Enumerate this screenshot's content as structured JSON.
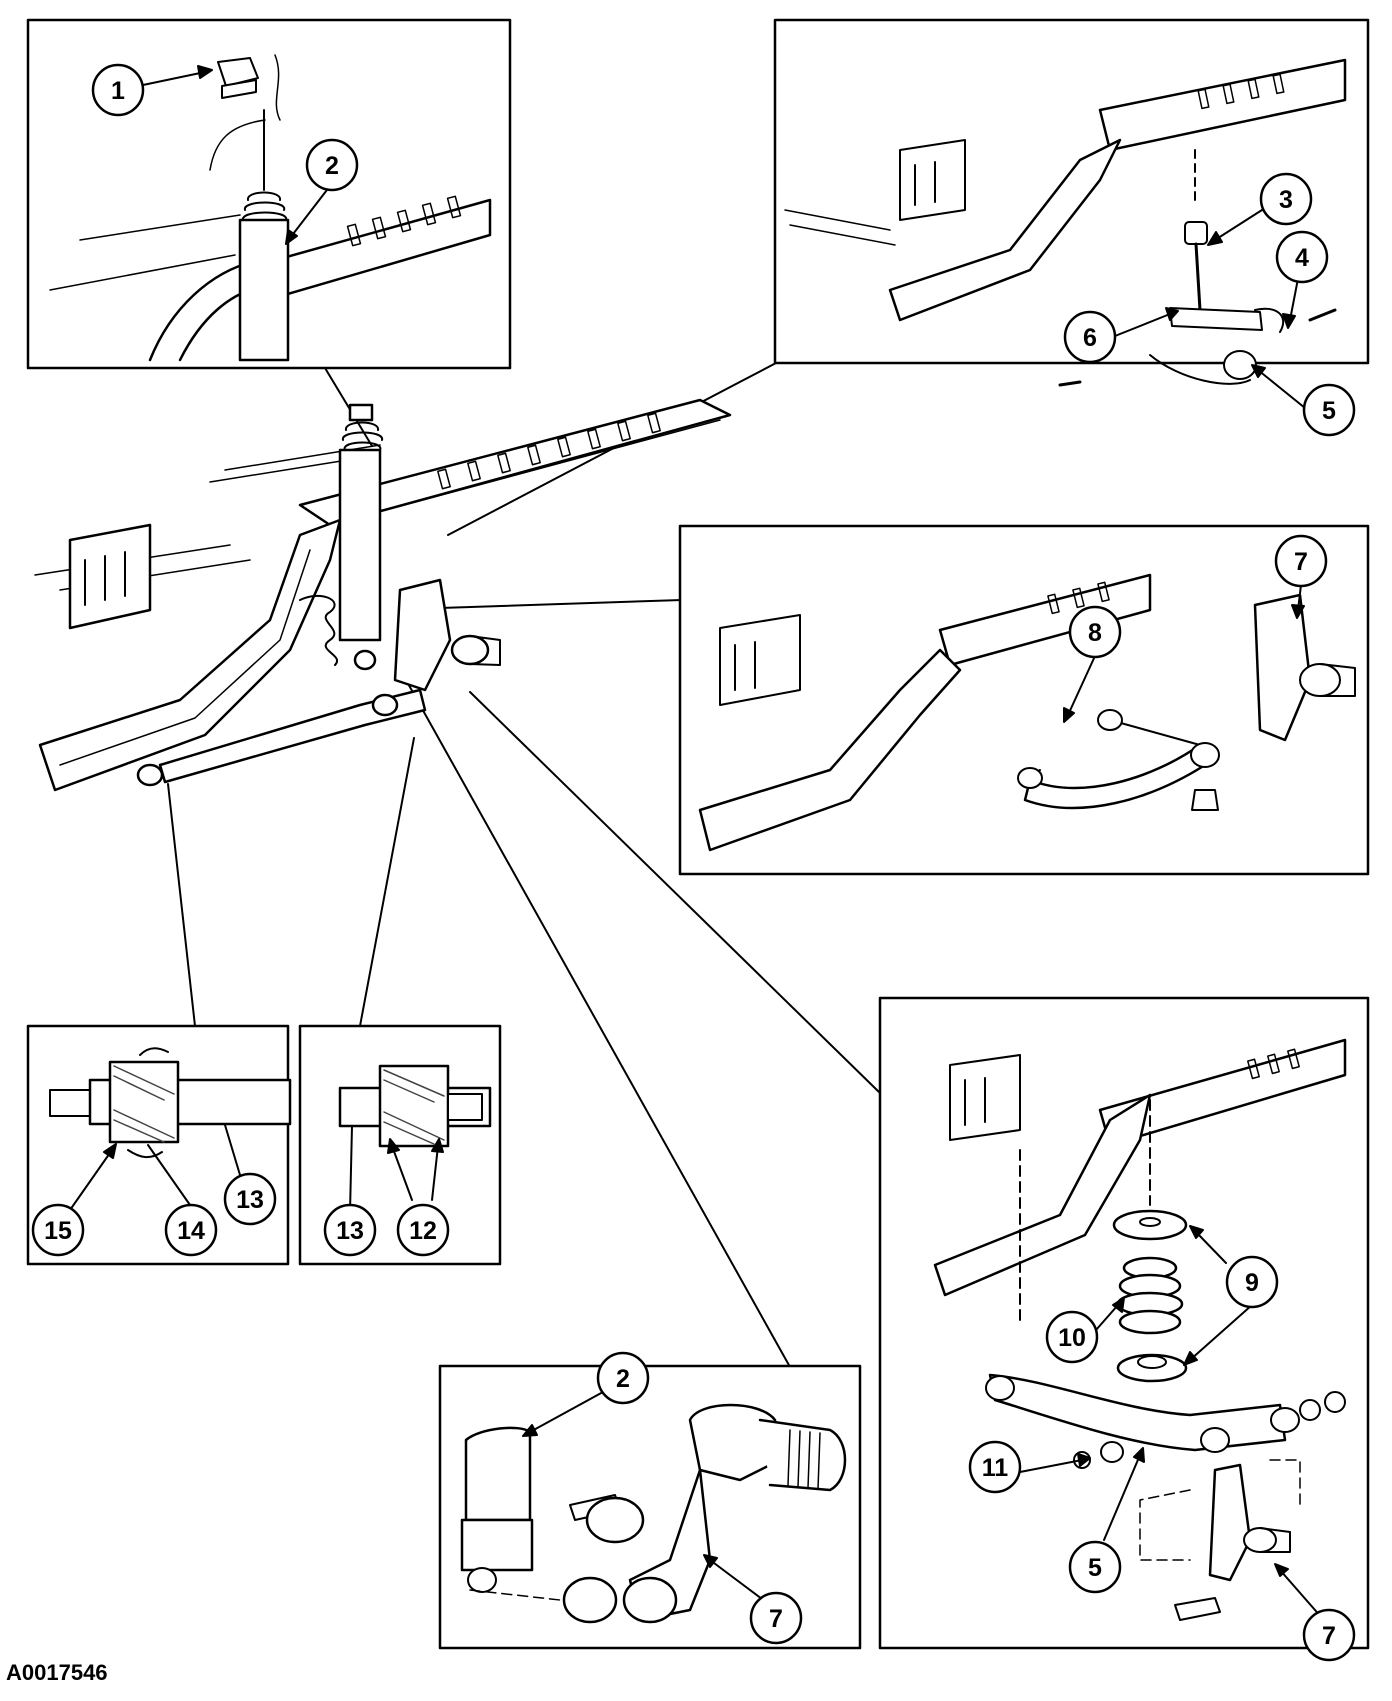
{
  "figure": {
    "id": "A0017546"
  },
  "callouts": {
    "c1": "1",
    "c2": "2",
    "c3": "3",
    "c4": "4",
    "c5": "5",
    "c6": "6",
    "c7": "7",
    "c8": "8",
    "c9": "9",
    "c10": "10",
    "c11": "11",
    "c12": "12",
    "c13": "13",
    "c14": "14",
    "c15": "15"
  },
  "colors": {
    "ink": "#000000",
    "paper": "#ffffff",
    "hatch": "#444444"
  }
}
